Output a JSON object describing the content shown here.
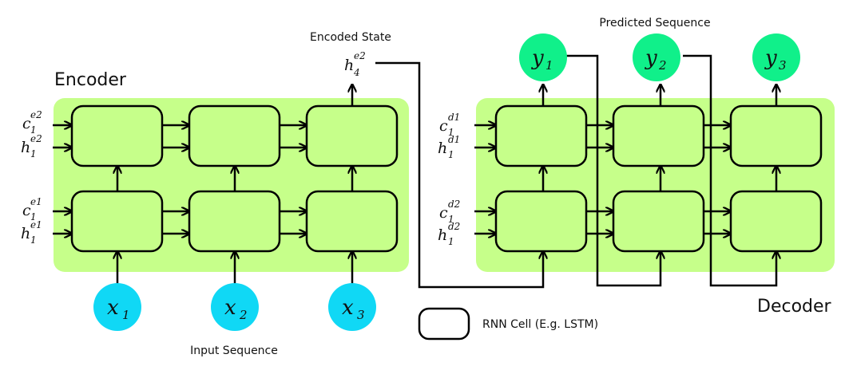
{
  "labels": {
    "encoder": "Encoder",
    "decoder": "Decoder",
    "encoded_state": "Encoded State",
    "predicted_sequence": "Predicted Sequence",
    "input_sequence": "Input Sequence",
    "legend": "RNN Cell (E.g. LSTM)"
  },
  "encoder_states": {
    "top_c": {
      "base": "c",
      "sub": "1",
      "sup": "e2"
    },
    "top_h": {
      "base": "h",
      "sub": "1",
      "sup": "e2"
    },
    "bottom_c": {
      "base": "c",
      "sub": "1",
      "sup": "e1"
    },
    "bottom_h": {
      "base": "h",
      "sub": "1",
      "sup": "e1"
    }
  },
  "decoder_states": {
    "top_c": {
      "base": "c",
      "sub": "1",
      "sup": "d1"
    },
    "top_h": {
      "base": "h",
      "sub": "1",
      "sup": "d1"
    },
    "bottom_c": {
      "base": "c",
      "sub": "1",
      "sup": "d2"
    },
    "bottom_h": {
      "base": "h",
      "sub": "1",
      "sup": "d2"
    }
  },
  "encoded_output": {
    "base": "h",
    "sub": "4",
    "sup": "e2"
  },
  "inputs": [
    {
      "base": "x",
      "sub": "1"
    },
    {
      "base": "x",
      "sub": "2"
    },
    {
      "base": "x",
      "sub": "3"
    }
  ],
  "outputs": [
    {
      "base": "y",
      "sub": "1"
    },
    {
      "base": "y",
      "sub": "2"
    },
    {
      "base": "y",
      "sub": "3"
    }
  ],
  "colors": {
    "panel": "#c6ff8a",
    "input_node": "#10d8f5",
    "output_node": "#10f08a"
  }
}
